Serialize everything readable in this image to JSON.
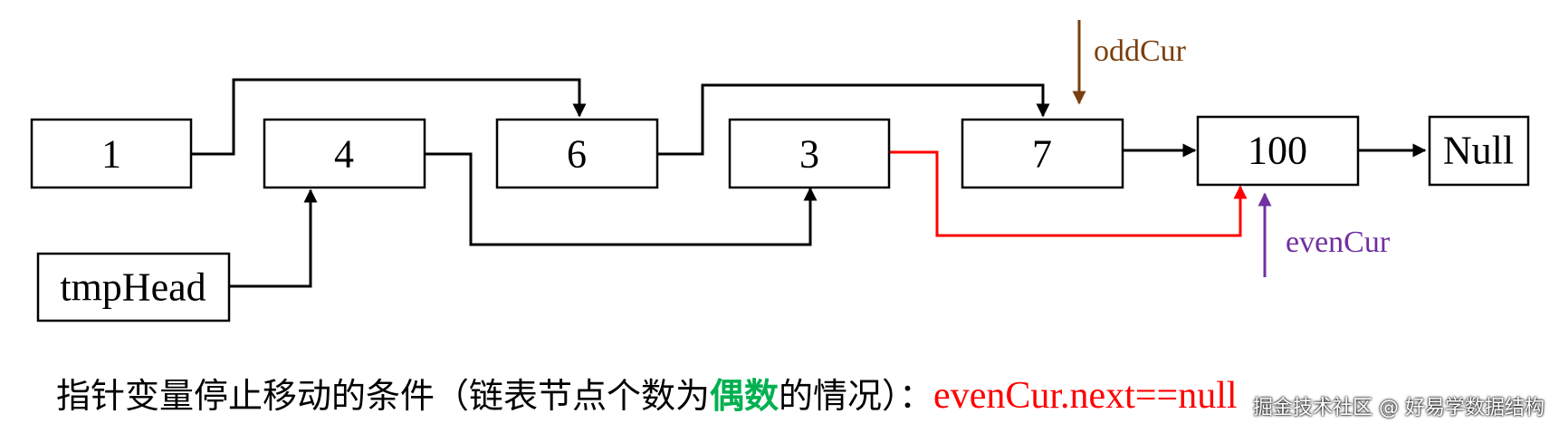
{
  "nodes": {
    "n1": "1",
    "n4": "4",
    "n6": "6",
    "n3": "3",
    "n7": "7",
    "n100": "100",
    "null": "Null",
    "tmpHead": "tmpHead"
  },
  "pointers": {
    "oddCur": "oddCur",
    "evenCur": "evenCur"
  },
  "colors": {
    "oddCur": "#7a3f0e",
    "evenCur": "#7030a0",
    "highlight_link": "#ff0000",
    "even_word": "#00b050",
    "condition": "#ff0000"
  },
  "caption": {
    "prefix": "指针变量停止移动的条件（链表节点个数为",
    "highlight": "偶数",
    "suffix": "的情况）：",
    "condition": "evenCur.next==null"
  },
  "watermark": "掘金技术社区 @ 好易学数据结构"
}
